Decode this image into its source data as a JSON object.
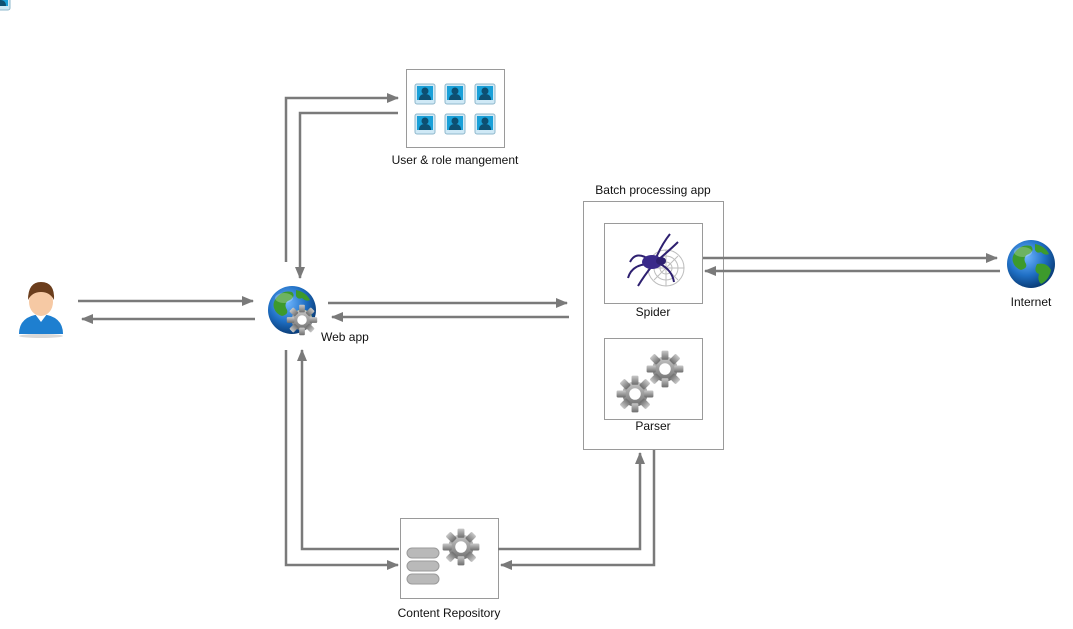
{
  "labels": {
    "user_role": "User & role mangement",
    "batch_app": "Batch processing app",
    "web_app": "Web app",
    "spider": "Spider",
    "parser": "Parser",
    "internet": "Internet",
    "content_repo": "Content Repository"
  },
  "icons": {
    "user": "user-avatar-icon",
    "web_app": "globe-gear-icon",
    "internet": "globe-icon",
    "user_role": "user-cards-icon",
    "spider": "spider-icon",
    "parser": "gears-icon",
    "content_repo": "database-gear-icon"
  },
  "colors": {
    "arrow": "#7a7a7a",
    "box_border": "#9a9a9a",
    "user_shirt": "#1e7fd0",
    "globe_ocean": "#1f6fc4",
    "globe_land": "#3d9a2c",
    "gear": "#8f8f8f",
    "card": "#1aa0d8"
  }
}
